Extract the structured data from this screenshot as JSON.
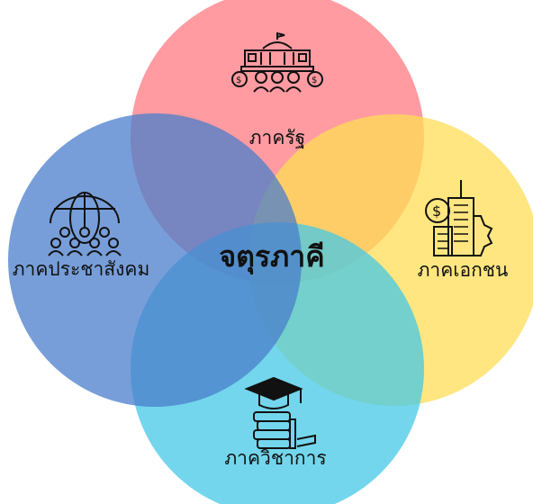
{
  "diagram": {
    "center_label": "จตุรภาคี",
    "sectors": [
      {
        "id": "government",
        "label": "ภาครัฐ",
        "icon": "government-building-icon",
        "color": "#ff8a90"
      },
      {
        "id": "private",
        "label": "ภาคเอกชน",
        "icon": "business-buildings-icon",
        "color": "#ffe066"
      },
      {
        "id": "civil-society",
        "label": "ภาคประชาสังคม",
        "icon": "global-community-icon",
        "color": "#5f8fd3"
      },
      {
        "id": "academic",
        "label": "ภาควิชาการ",
        "icon": "graduation-books-icon",
        "color": "#66d6ec"
      }
    ]
  }
}
